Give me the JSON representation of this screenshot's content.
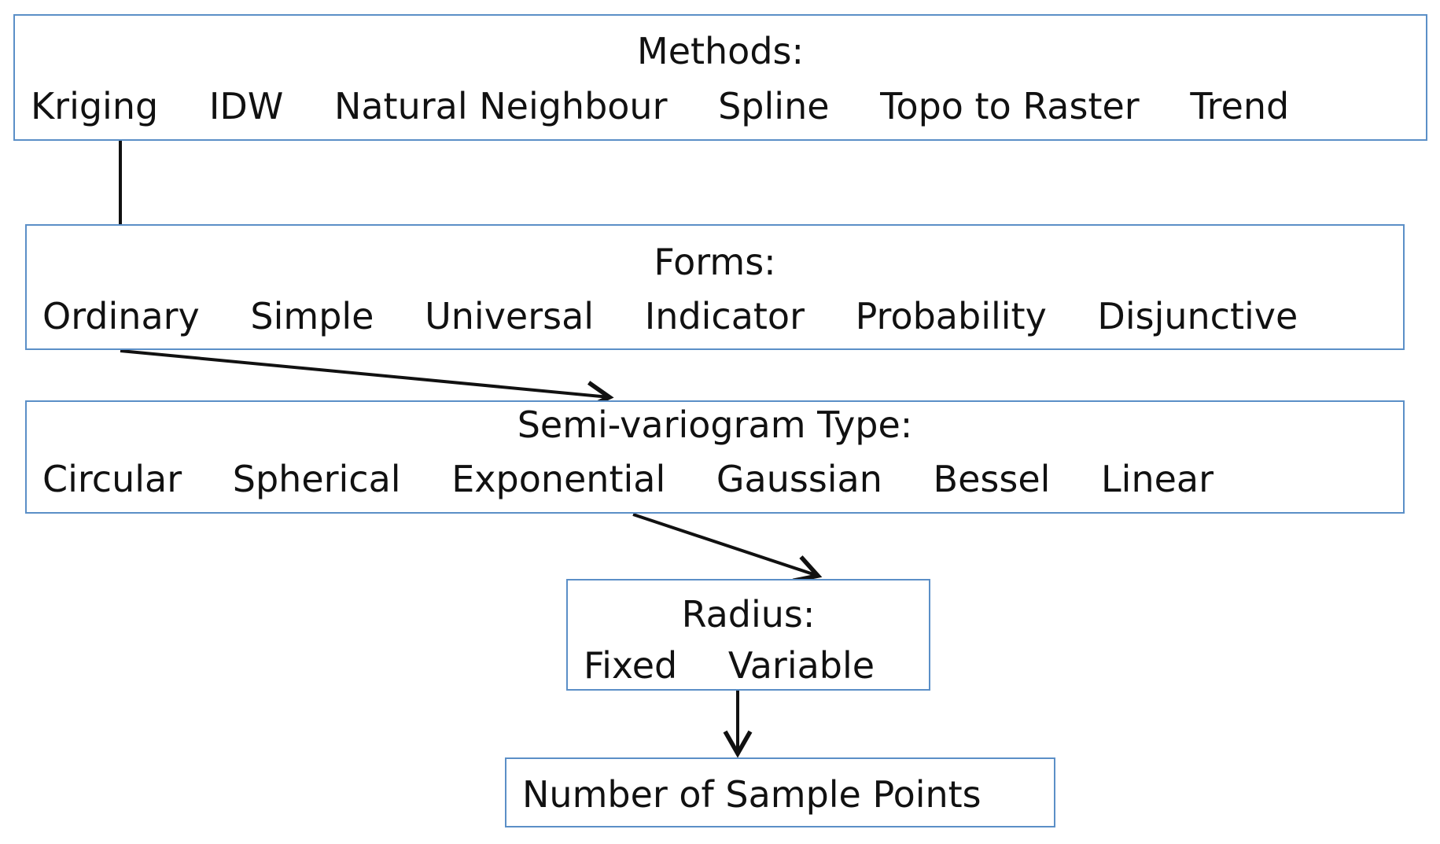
{
  "methods": {
    "title": "Methods:",
    "items": [
      "Kriging",
      "IDW",
      "Natural Neighbour",
      "Spline",
      "Topo to Raster",
      "Trend"
    ]
  },
  "forms": {
    "title": "Forms:",
    "items": [
      "Ordinary",
      "Simple",
      "Universal",
      "Indicator",
      "Probability",
      "Disjunctive"
    ]
  },
  "semivariogram": {
    "title": "Semi-variogram Type:",
    "items": [
      "Circular",
      "Spherical",
      "Exponential",
      "Gaussian",
      "Bessel",
      "Linear"
    ]
  },
  "radius": {
    "title": "Radius:",
    "items": [
      "Fixed",
      "Variable"
    ]
  },
  "samples": {
    "label": "Number of Sample Points"
  },
  "colors": {
    "box_border": "#5b8fc7",
    "arrow": "#111111"
  }
}
